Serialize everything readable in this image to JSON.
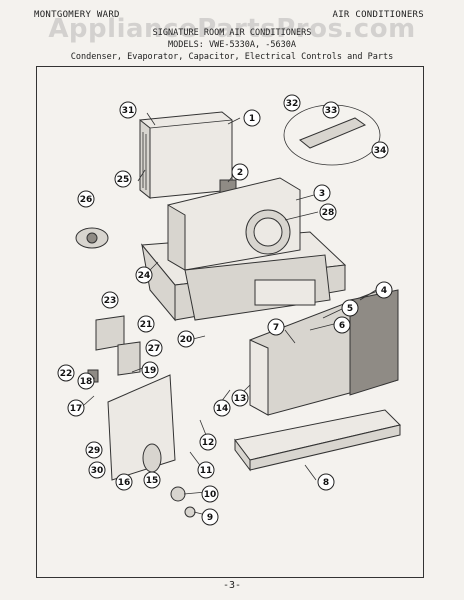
{
  "header": {
    "brand": "MONTGOMERY WARD",
    "category": "AIR CONDITIONERS",
    "watermark": "AppliancePartsPros.com"
  },
  "titles": {
    "line1": "SIGNATURE ROOM AIR CONDITIONERS",
    "line2": "MODELS: VWE-5330A, -5630A",
    "line3": "Condenser, Evaporator, Capacitor, Electrical Controls and Parts"
  },
  "footer": {
    "page": "-3-"
  },
  "callouts": [
    {
      "id": "c1",
      "label": "1"
    },
    {
      "id": "c2",
      "label": "2"
    },
    {
      "id": "c3",
      "label": "3"
    },
    {
      "id": "c4",
      "label": "4"
    },
    {
      "id": "c5",
      "label": "5"
    },
    {
      "id": "c6",
      "label": "6"
    },
    {
      "id": "c7",
      "label": "7"
    },
    {
      "id": "c8",
      "label": "8"
    },
    {
      "id": "c9",
      "label": "9"
    },
    {
      "id": "c10",
      "label": "10"
    },
    {
      "id": "c11",
      "label": "11"
    },
    {
      "id": "c12",
      "label": "12"
    },
    {
      "id": "c13",
      "label": "13"
    },
    {
      "id": "c14",
      "label": "14"
    },
    {
      "id": "c15",
      "label": "15"
    },
    {
      "id": "c16",
      "label": "16"
    },
    {
      "id": "c17",
      "label": "17"
    },
    {
      "id": "c18",
      "label": "18"
    },
    {
      "id": "c19",
      "label": "19"
    },
    {
      "id": "c20",
      "label": "20"
    },
    {
      "id": "c21",
      "label": "21"
    },
    {
      "id": "c22",
      "label": "22"
    },
    {
      "id": "c23",
      "label": "23"
    },
    {
      "id": "c24",
      "label": "24"
    },
    {
      "id": "c25",
      "label": "25"
    },
    {
      "id": "c26",
      "label": "26"
    },
    {
      "id": "c27",
      "label": "27"
    },
    {
      "id": "c28",
      "label": "28"
    },
    {
      "id": "c29",
      "label": "29"
    },
    {
      "id": "c30",
      "label": "30"
    },
    {
      "id": "c31",
      "label": "31"
    },
    {
      "id": "c32",
      "label": "32"
    },
    {
      "id": "c33",
      "label": "33"
    },
    {
      "id": "c34",
      "label": "34"
    }
  ]
}
